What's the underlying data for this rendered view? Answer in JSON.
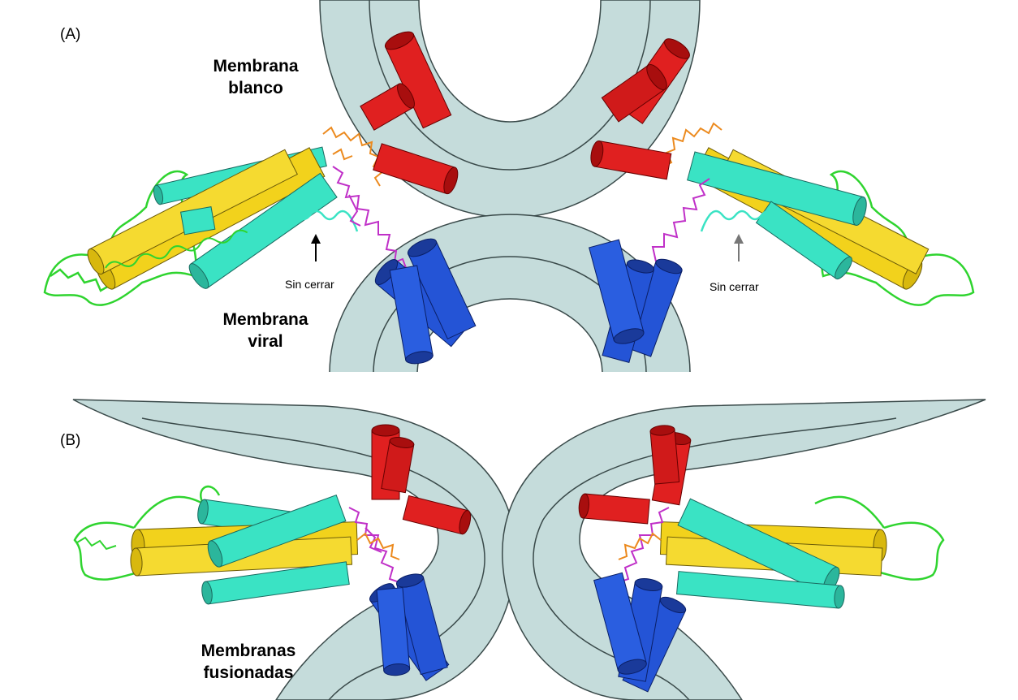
{
  "panel_a": {
    "label": "(A)",
    "target_membrane": [
      "Membrana",
      "blanco"
    ],
    "viral_membrane": [
      "Membrana",
      "viral"
    ],
    "unclosed_left": "Sin cerrar",
    "unclosed_right": "Sin cerrar"
  },
  "panel_b": {
    "label": "(B)",
    "fused_membranes": [
      "Membranas",
      "fusionadas"
    ]
  },
  "colors": {
    "membrane": "#c5dcdb",
    "membrane_line": "#3a4a4a",
    "red_helix": "#e02020",
    "blue_helix": "#2454d6",
    "yellow_helix": "#f2d21c",
    "cyan_helix": "#3ae3c4",
    "green_loop": "#2fd42f",
    "magenta_loop": "#c030c8",
    "orange_loop": "#ec8a1e"
  }
}
